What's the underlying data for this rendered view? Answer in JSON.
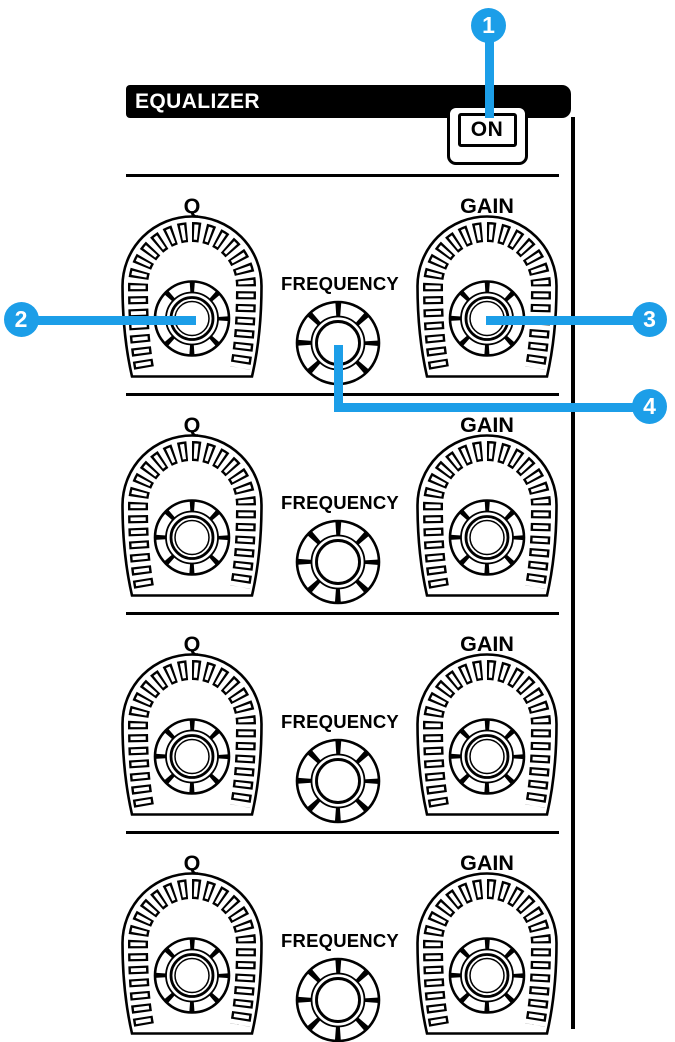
{
  "figure": {
    "header": {
      "section_label": "EQUALIZER",
      "on_button_label": "ON"
    },
    "rows": [
      {
        "q_label": "Q",
        "frequency_label": "FREQUENCY",
        "gain_label": "GAIN"
      },
      {
        "q_label": "Q",
        "frequency_label": "FREQUENCY",
        "gain_label": "GAIN"
      },
      {
        "q_label": "Q",
        "frequency_label": "FREQUENCY",
        "gain_label": "GAIN"
      },
      {
        "q_label": "Q",
        "frequency_label": "FREQUENCY",
        "gain_label": "GAIN"
      }
    ],
    "callouts": [
      {
        "number": "1",
        "points_to": "on-button"
      },
      {
        "number": "2",
        "points_to": "q-knob"
      },
      {
        "number": "3",
        "points_to": "gain-knob"
      },
      {
        "number": "4",
        "points_to": "frequency-knob"
      }
    ],
    "colors": {
      "callout_blue": "#1C9EE8",
      "ink_black": "#000000",
      "paper_white": "#FFFFFF"
    }
  }
}
